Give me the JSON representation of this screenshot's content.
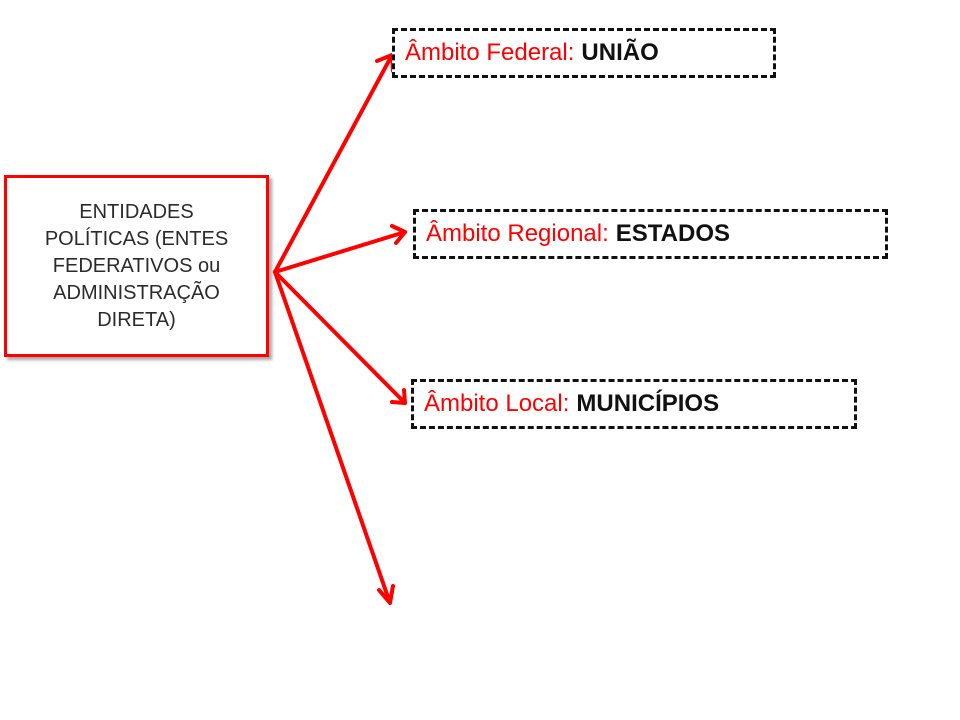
{
  "diagram": {
    "source": {
      "label": "ENTIDADES POLÍTICAS (ENTES FEDERATIVOS ou ADMINISTRAÇÃO DIRETA)"
    },
    "targets": [
      {
        "prefix": "Âmbito Federal:",
        "entity": "UNIÃO"
      },
      {
        "prefix": "Âmbito Regional:",
        "entity": "ESTADOS"
      },
      {
        "prefix": "Âmbito Local:",
        "entity": "MUNICÍPIOS"
      }
    ],
    "colors": {
      "accent": "#ff0000",
      "text": "#111111",
      "dash_border": "#111111"
    }
  }
}
